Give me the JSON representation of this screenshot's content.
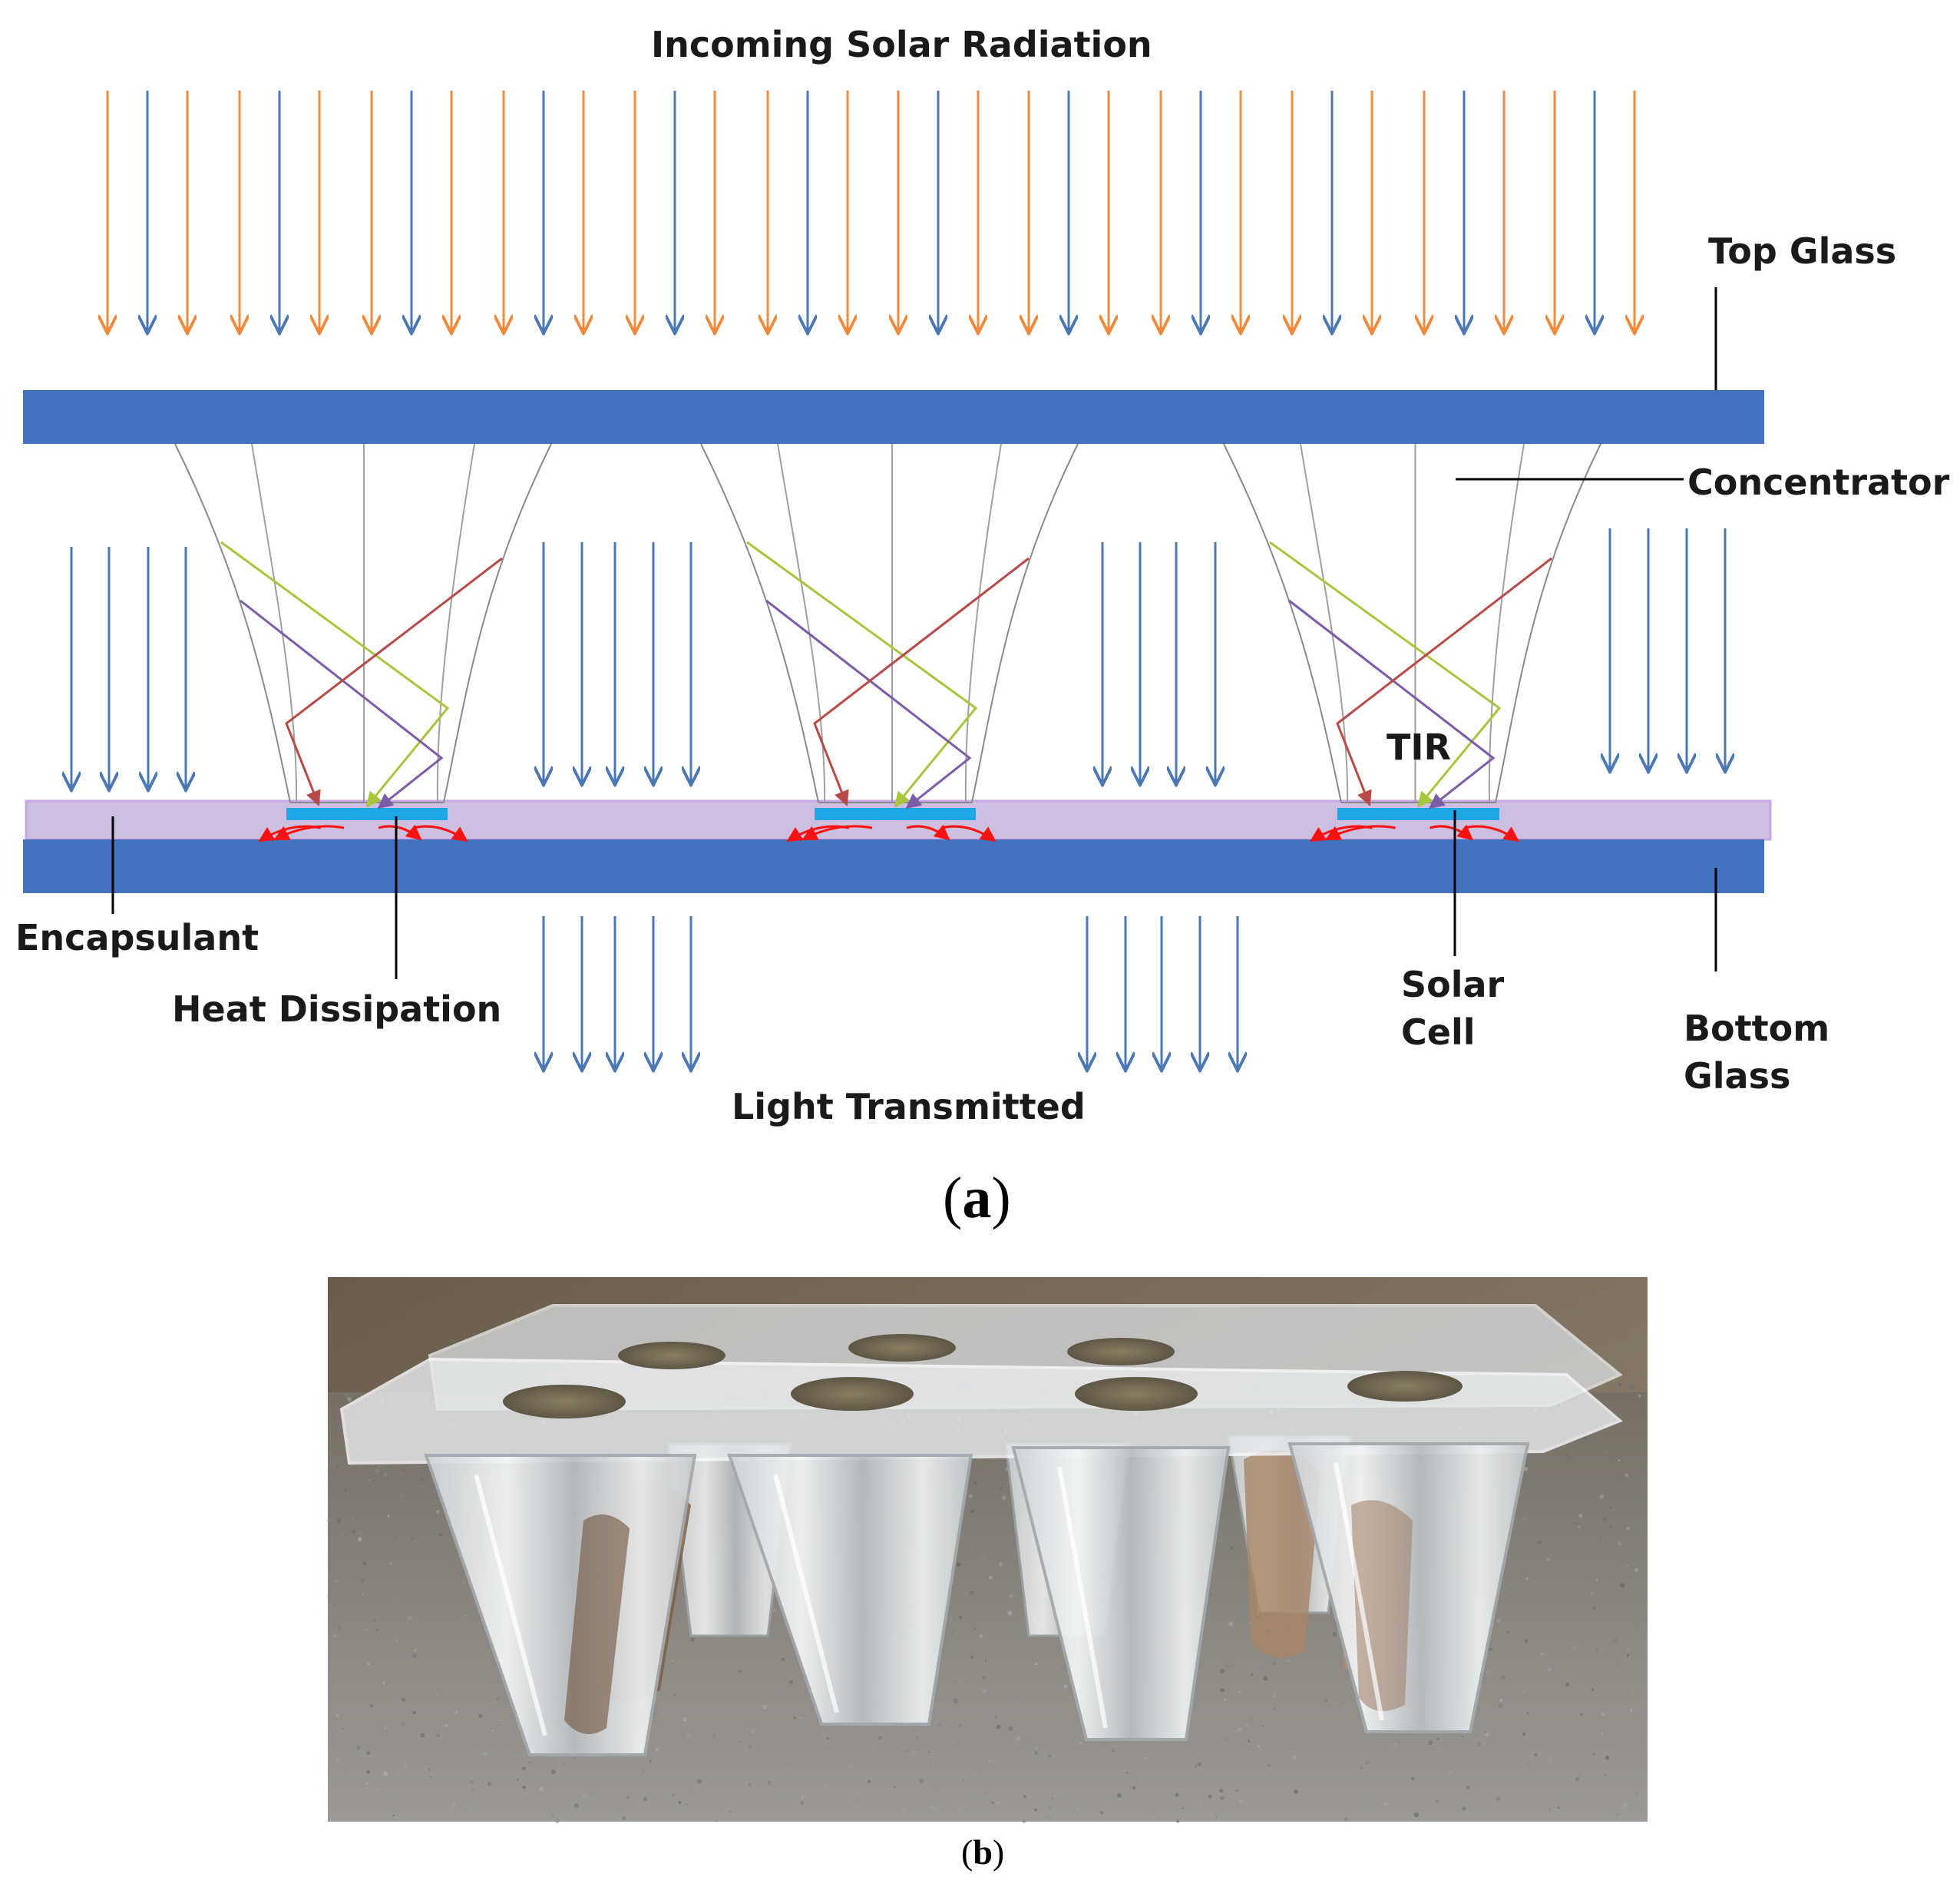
{
  "panel_a": {
    "labels": {
      "incoming": "Incoming Solar Radiation",
      "top_glass": "Top Glass",
      "concentrator": "Concentrator",
      "tir": "TIR",
      "encapsulant": "Encapsulant",
      "heat_dissipation": "Heat Dissipation",
      "solar_cell_1": "Solar",
      "solar_cell_2": "Cell",
      "bottom_glass_1": "Bottom",
      "bottom_glass_2": "Glass",
      "light_transmitted": "Light Transmitted"
    },
    "caption": "a",
    "colors": {
      "glass": "#4272bd",
      "encapsulant": "#cdbfe0",
      "solar_cell": "#1ea7e6",
      "ray_orange": "#f08a3c",
      "ray_blue": "#4b77b4",
      "ray_green": "#a6c63c",
      "ray_purple": "#7a5ca8",
      "ray_red": "#b84a48",
      "heat_arrow": "#ff1010"
    }
  },
  "panel_b": {
    "caption": "b"
  }
}
